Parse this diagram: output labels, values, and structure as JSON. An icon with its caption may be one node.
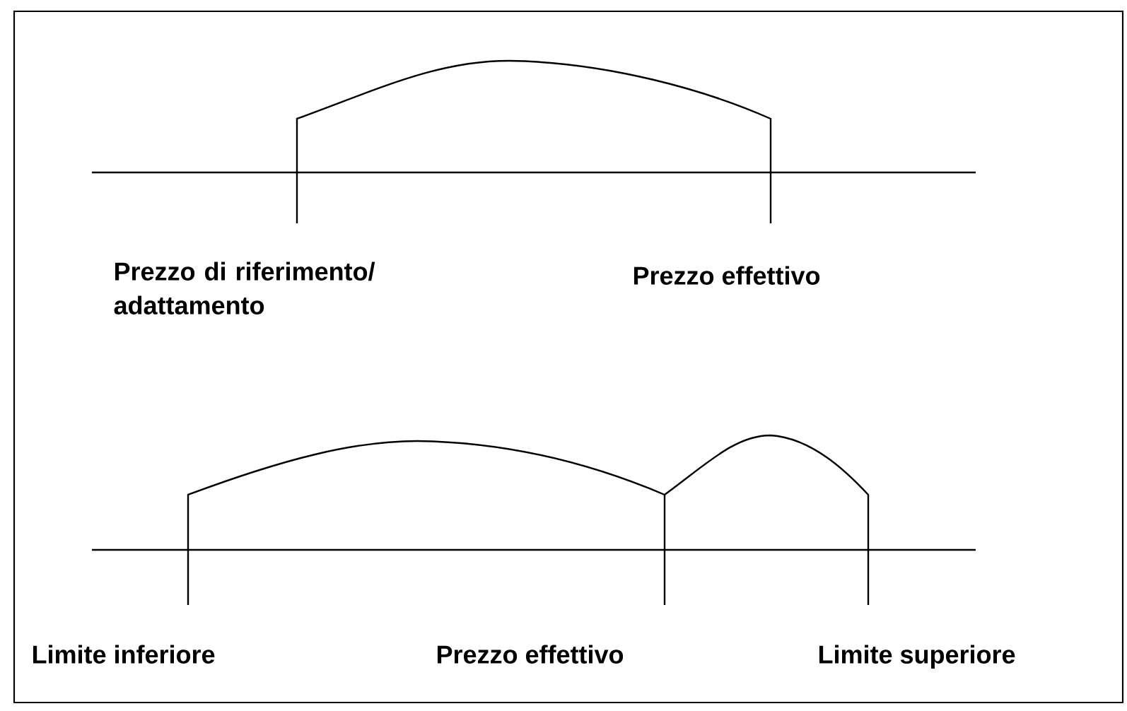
{
  "diagram": {
    "labels": [
      "Prezzo di riferimento/ adattamento",
      "Prezzo effettivo",
      "Limite inferiore",
      "Prezzo effettivo",
      "Limite superiore"
    ]
  }
}
